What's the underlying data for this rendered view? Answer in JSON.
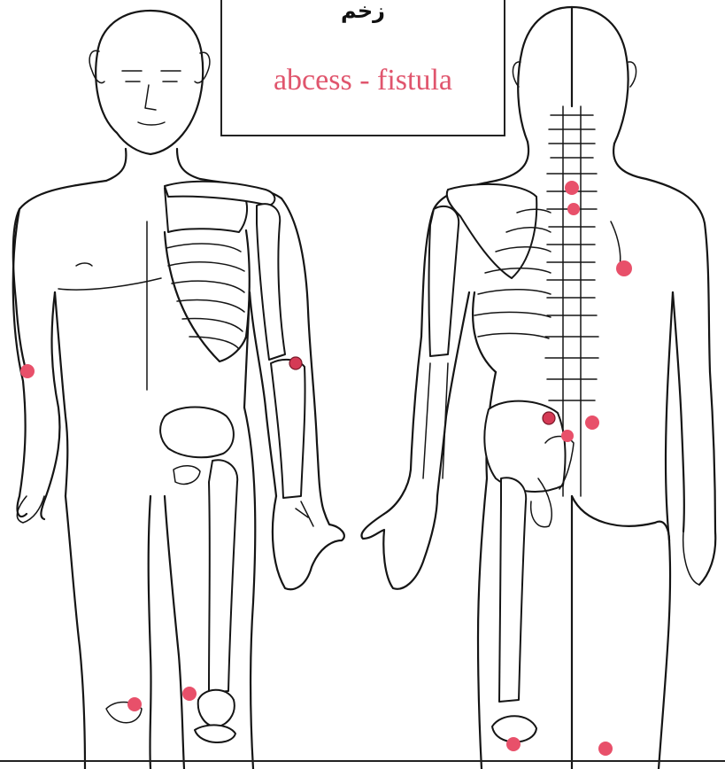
{
  "title_box": {
    "arabic_label": "زخم",
    "english_label": "abcess - fistula"
  },
  "colors": {
    "point_marker": "#e8506a",
    "line_art": "#151515",
    "label_accent": "#e0556d"
  },
  "figures": [
    {
      "view": "anterior"
    },
    {
      "view": "posterior"
    }
  ]
}
